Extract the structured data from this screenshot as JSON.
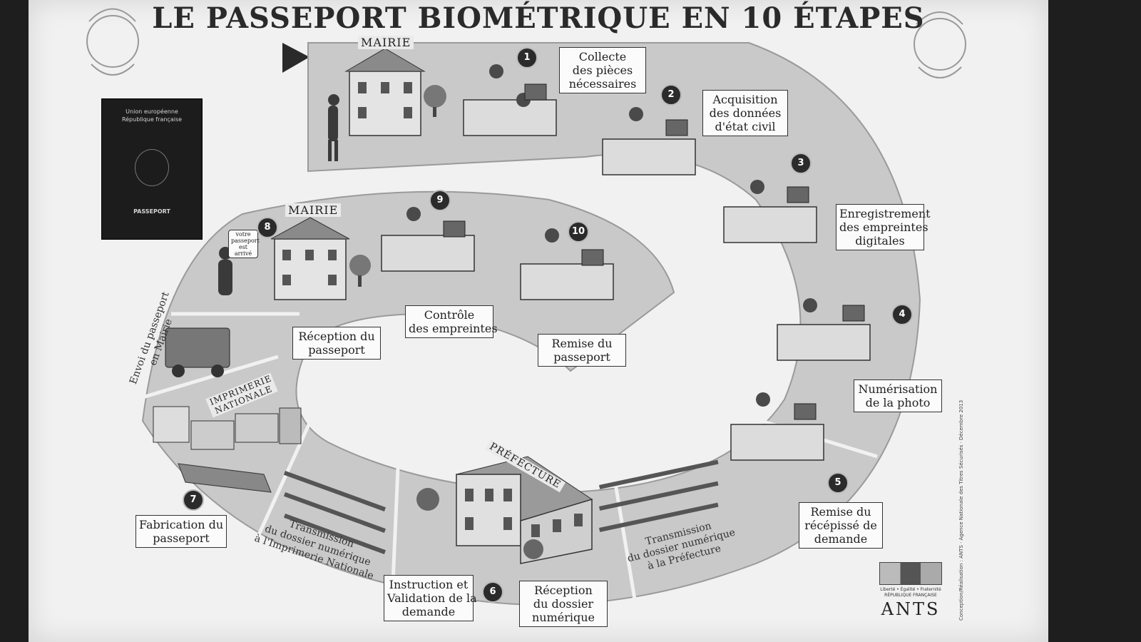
{
  "title": "LE PASSEPORT BIOMÉTRIQUE EN 10 ÉTAPES",
  "passport": {
    "line1": "Union européenne",
    "line2": "République française",
    "word": "PASSEPORT"
  },
  "signs": {
    "mairie_top": "MAIRIE",
    "mairie_left": "MAIRIE",
    "imprimerie": "IMPRIMERIE NATIONALE",
    "prefecture": "PRÉFECTURE",
    "speech": "votre passeport est arrivé"
  },
  "steps": [
    {
      "num": "1",
      "lines": [
        "Collecte",
        "des pièces",
        "nécessaires"
      ]
    },
    {
      "num": "2",
      "lines": [
        "Acquisition",
        "des données",
        "d'état civil"
      ]
    },
    {
      "num": "3",
      "lines": [
        "Enregistrement",
        "des empreintes",
        "digitales"
      ]
    },
    {
      "num": "4",
      "lines": [
        "Numérisation",
        "de la photo"
      ]
    },
    {
      "num": "5",
      "lines": [
        "Remise du",
        "récépissé de",
        "demande"
      ]
    },
    {
      "num": "6",
      "lines": [
        "Instruction et",
        "Validation de la",
        "demande"
      ]
    },
    {
      "num": "7",
      "lines": [
        "Fabrication du",
        "passeport"
      ]
    },
    {
      "num": "8",
      "lines": [
        "Réception du",
        "passeport"
      ]
    },
    {
      "num": "9",
      "lines": [
        "Contrôle",
        "des empreintes"
      ]
    },
    {
      "num": "10",
      "lines": [
        "Remise du",
        "passeport"
      ]
    }
  ],
  "extra_boxes": {
    "reception_numerique": [
      "Réception",
      "du dossier",
      "numérique"
    ]
  },
  "transit_labels": {
    "prefecture": [
      "Transmission",
      "du dossier numérique",
      "à la Préfecture"
    ],
    "imprimerie": [
      "Transmission",
      "du dossier numérique",
      "à l'Imprimerie Nationale"
    ],
    "envoi": [
      "Envoi du passeport",
      "en Mairie"
    ]
  },
  "ants": {
    "sub_line1": "Liberté • Égalité • Fraternité",
    "sub_line2": "RÉPUBLIQUE FRANÇAISE",
    "name": "ANTS"
  },
  "credit": "Conception/Réalisation : ANTS · Agence Nationale des Titres Sécurisés · Décembre 2013",
  "colors": {
    "paper": "#f1f1f1",
    "band": "#c9c9c9",
    "band_dark": "#a9a9a9",
    "ink": "#2a2a2a"
  }
}
